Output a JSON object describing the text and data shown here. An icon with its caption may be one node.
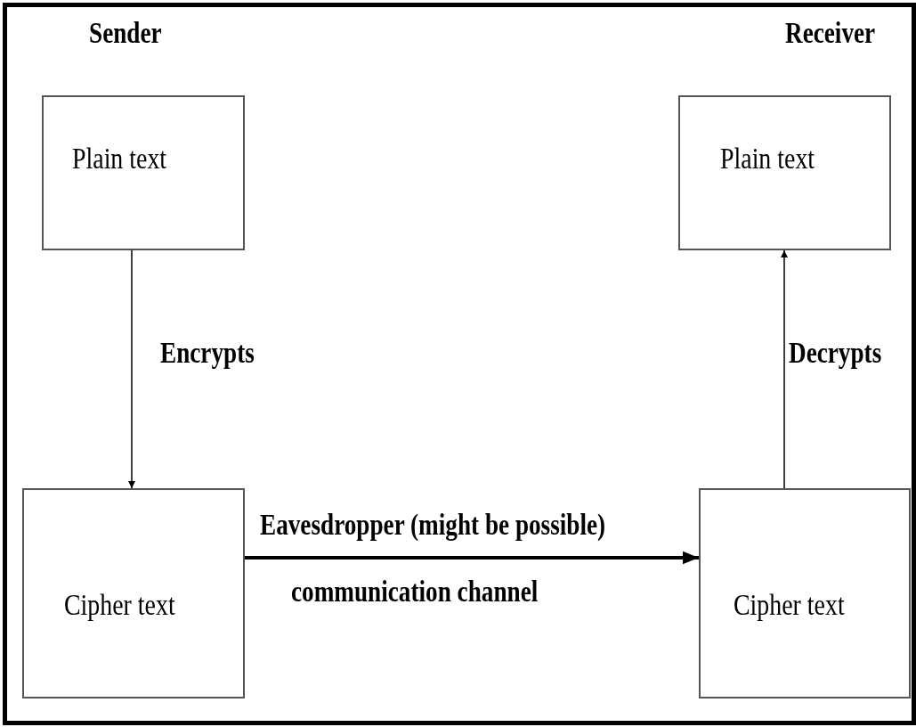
{
  "diagram": {
    "nodes": [
      {
        "text": [
          "Plain text"
        ]
      },
      {
        "text": [
          "Plain text"
        ]
      },
      {
        "text": [
          "Cipher text"
        ]
      },
      {
        "text": [
          "Cipher text"
        ]
      }
    ],
    "edges": [
      {
        "from": 0,
        "to": 2,
        "arrow": "to",
        "label": "Encrypts"
      },
      {
        "from": 2,
        "to": 3,
        "arrow": "to",
        "label": "Eavesdropper (might be possible)",
        "style": "thick"
      },
      {
        "from": 3,
        "to": 1,
        "arrow": "to",
        "label": "Decrypts"
      }
    ],
    "labels": [
      "Sender",
      "Receiver",
      "communication channel"
    ]
  }
}
